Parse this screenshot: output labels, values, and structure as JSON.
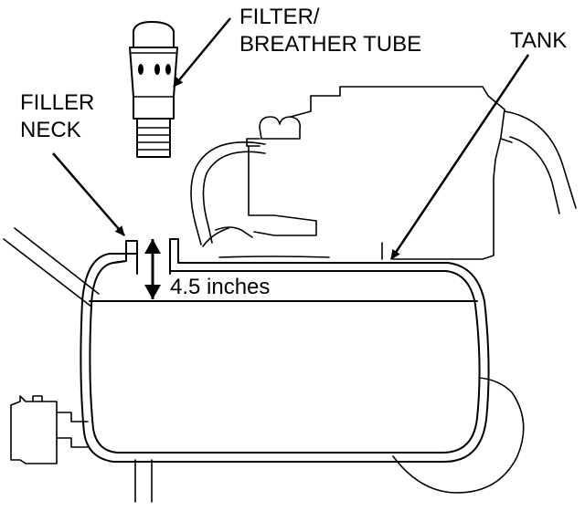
{
  "labels": {
    "filter_line1": "FILTER/",
    "filter_line2": "BREATHER TUBE",
    "tank": "TANK",
    "filler_line1": "FILLER",
    "filler_line2": "NECK",
    "measurement": "4.5 inches"
  },
  "colors": {
    "ink": "#000000",
    "paper": "#ffffff"
  }
}
